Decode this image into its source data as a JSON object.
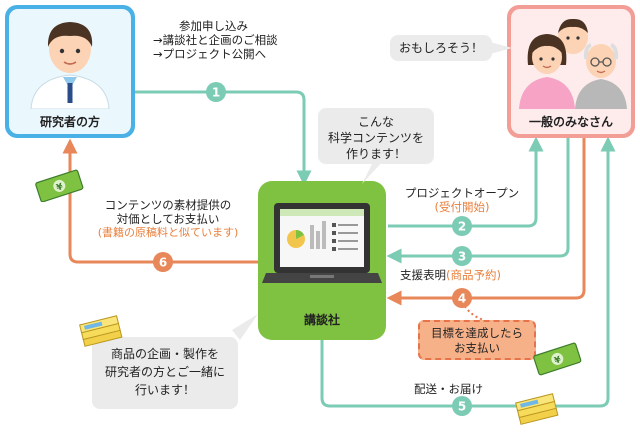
{
  "colors": {
    "teal": "#7ccbb4",
    "orange": "#e8875a",
    "green": "#7fc241",
    "researcher_bg": "#4ab1e6",
    "public_bg": "#f39d97",
    "bubble_gray": "#ebebeb"
  },
  "nodes": {
    "researcher": {
      "label": "研究者の方"
    },
    "public": {
      "label": "一般のみなさん",
      "speech": "おもしろそう！"
    },
    "publisher": {
      "label": "講談社",
      "speech": [
        "こんな",
        "科学コンテンツを",
        "作ります！"
      ]
    }
  },
  "steps": [
    {
      "number": "1",
      "lines": [
        "参加申し込み",
        "→講談社と企画のご相談",
        "→プロジェクト公開へ"
      ]
    },
    {
      "number": "2",
      "lines": [
        "プロジェクトオープン"
      ],
      "note": "(受付開始)"
    },
    {
      "number": "3",
      "lines": [
        "支援表明"
      ],
      "note": "(商品予約)"
    },
    {
      "number": "4",
      "goal": [
        "目標を達成したら",
        "お支払い"
      ]
    },
    {
      "number": "5",
      "lines": [
        "配送・お届け"
      ]
    },
    {
      "number": "6",
      "lines": [
        "コンテンツの素材提供の",
        "対価としてお支払い"
      ],
      "note": "(書籍の原稿料と似ています)"
    }
  ],
  "production_bubble": [
    "商品の企画・製作を",
    "研究者の方とご一緒に",
    "行います！"
  ],
  "icons": [
    "researcher-icon",
    "family-icon",
    "laptop-icon",
    "yen-bill-icon",
    "product-stack-icon"
  ]
}
